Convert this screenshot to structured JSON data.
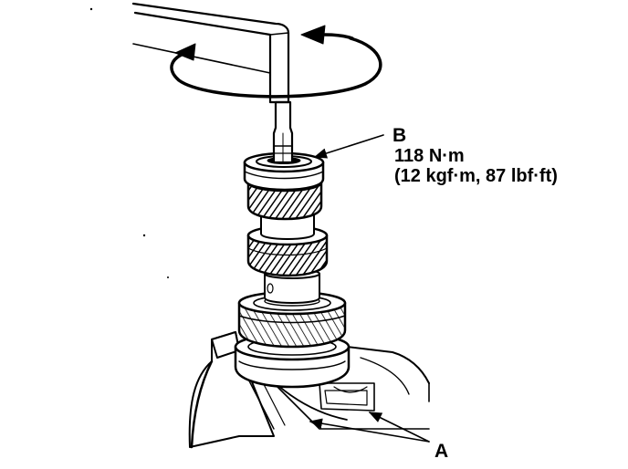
{
  "callouts": {
    "b": {
      "letter": "B",
      "torque_nm": "118 N·m",
      "torque_alt": "(12 kgf·m, 87 lbf·ft)"
    },
    "a": {
      "letter": "A"
    }
  },
  "colors": {
    "line": "#000000",
    "background": "#ffffff"
  }
}
